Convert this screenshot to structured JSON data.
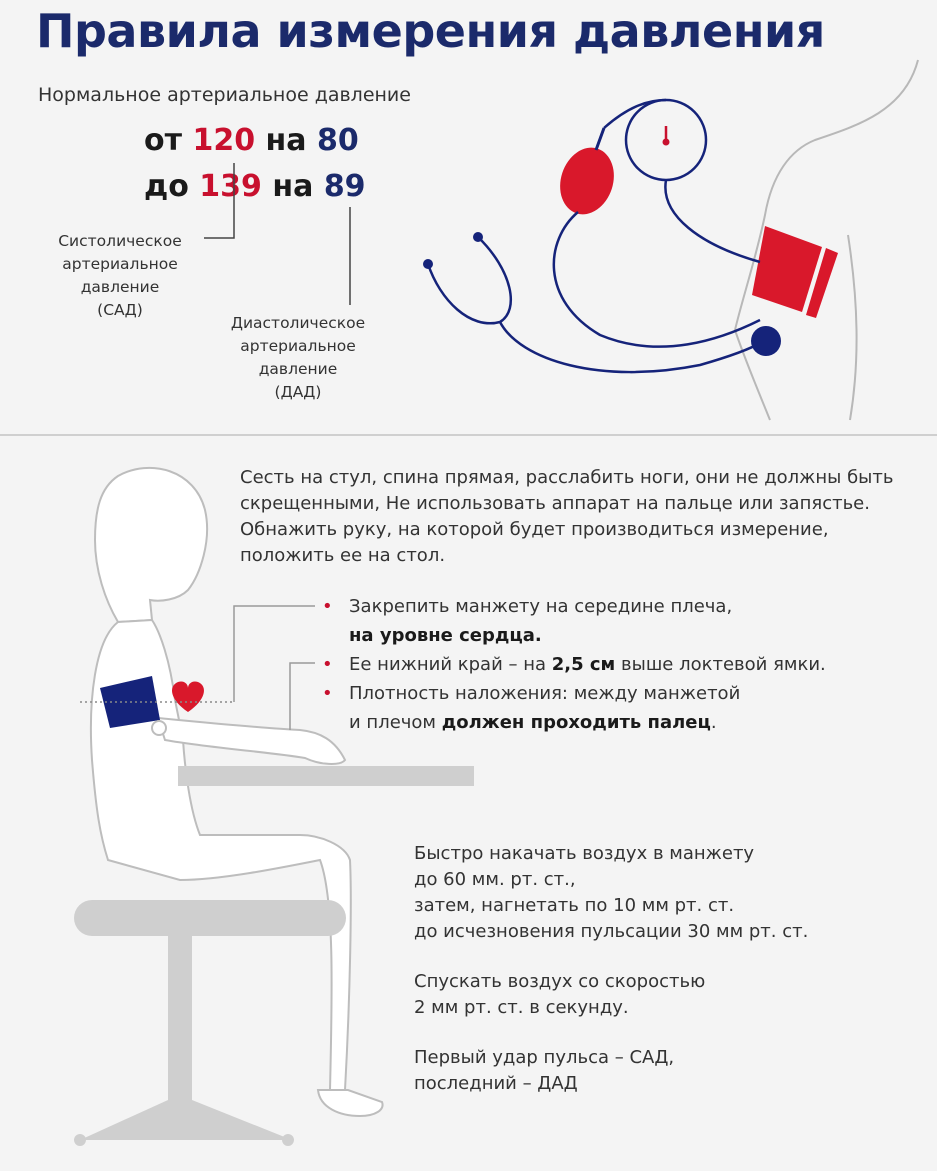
{
  "title": "Правила измерения давления",
  "normal_label": "Нормальное артериальное давление",
  "range_from": {
    "prefix": "от",
    "sys": "120",
    "mid": "на",
    "dia": "80"
  },
  "range_to": {
    "prefix": "до",
    "sys": "139",
    "mid": "на",
    "dia": "89"
  },
  "sad_label": [
    "Систолическое",
    "артериальное",
    "давление",
    "(САД)"
  ],
  "dad_label": [
    "Диастолическое",
    "артериальное",
    "давление",
    "(ДАД)"
  ],
  "instruction": "Сесть на стул, спина прямая, расслабить ноги, они не должны быть скрещенными, Не использовать аппарат на пальце или запястье. Обнажить руку, на которой будет производиться измерение, положить ее на стол.",
  "bullets": [
    {
      "text": "Закрепить манжету на середине плеча,",
      "bold_after": "на уровне сердца."
    },
    {
      "before": "Ее нижний край – на ",
      "bold": "2,5 см",
      "after": " выше локтевой ямки."
    },
    {
      "text": "Плотность наложения: между манжетой",
      "line2_before": "и плечом ",
      "line2_bold": "должен проходить палец",
      "line2_after": "."
    }
  ],
  "steps": [
    [
      "Быстро накачать воздух в манжету",
      "до 60 мм. рт. ст.,",
      "затем, нагнетать по 10 мм рт. ст.",
      "до исчезновения пульсации 30 мм рт. ст."
    ],
    [
      "Спускать воздух со скоростью",
      "2 мм рт. ст. в секунду."
    ],
    [
      "Первый удар пульса – САД,",
      "последний – ДАД"
    ]
  ],
  "colors": {
    "title": "#1b2a6b",
    "systolic": "#c8102e",
    "diastolic": "#1b2a6b",
    "cuff_blue": "#15237a",
    "heart": "#d9182b",
    "line": "#9a9a9a"
  },
  "icons": [
    "tonometer-illustration",
    "stethoscope-illustration",
    "seated-person-illustration",
    "heart-icon",
    "stool-illustration"
  ]
}
